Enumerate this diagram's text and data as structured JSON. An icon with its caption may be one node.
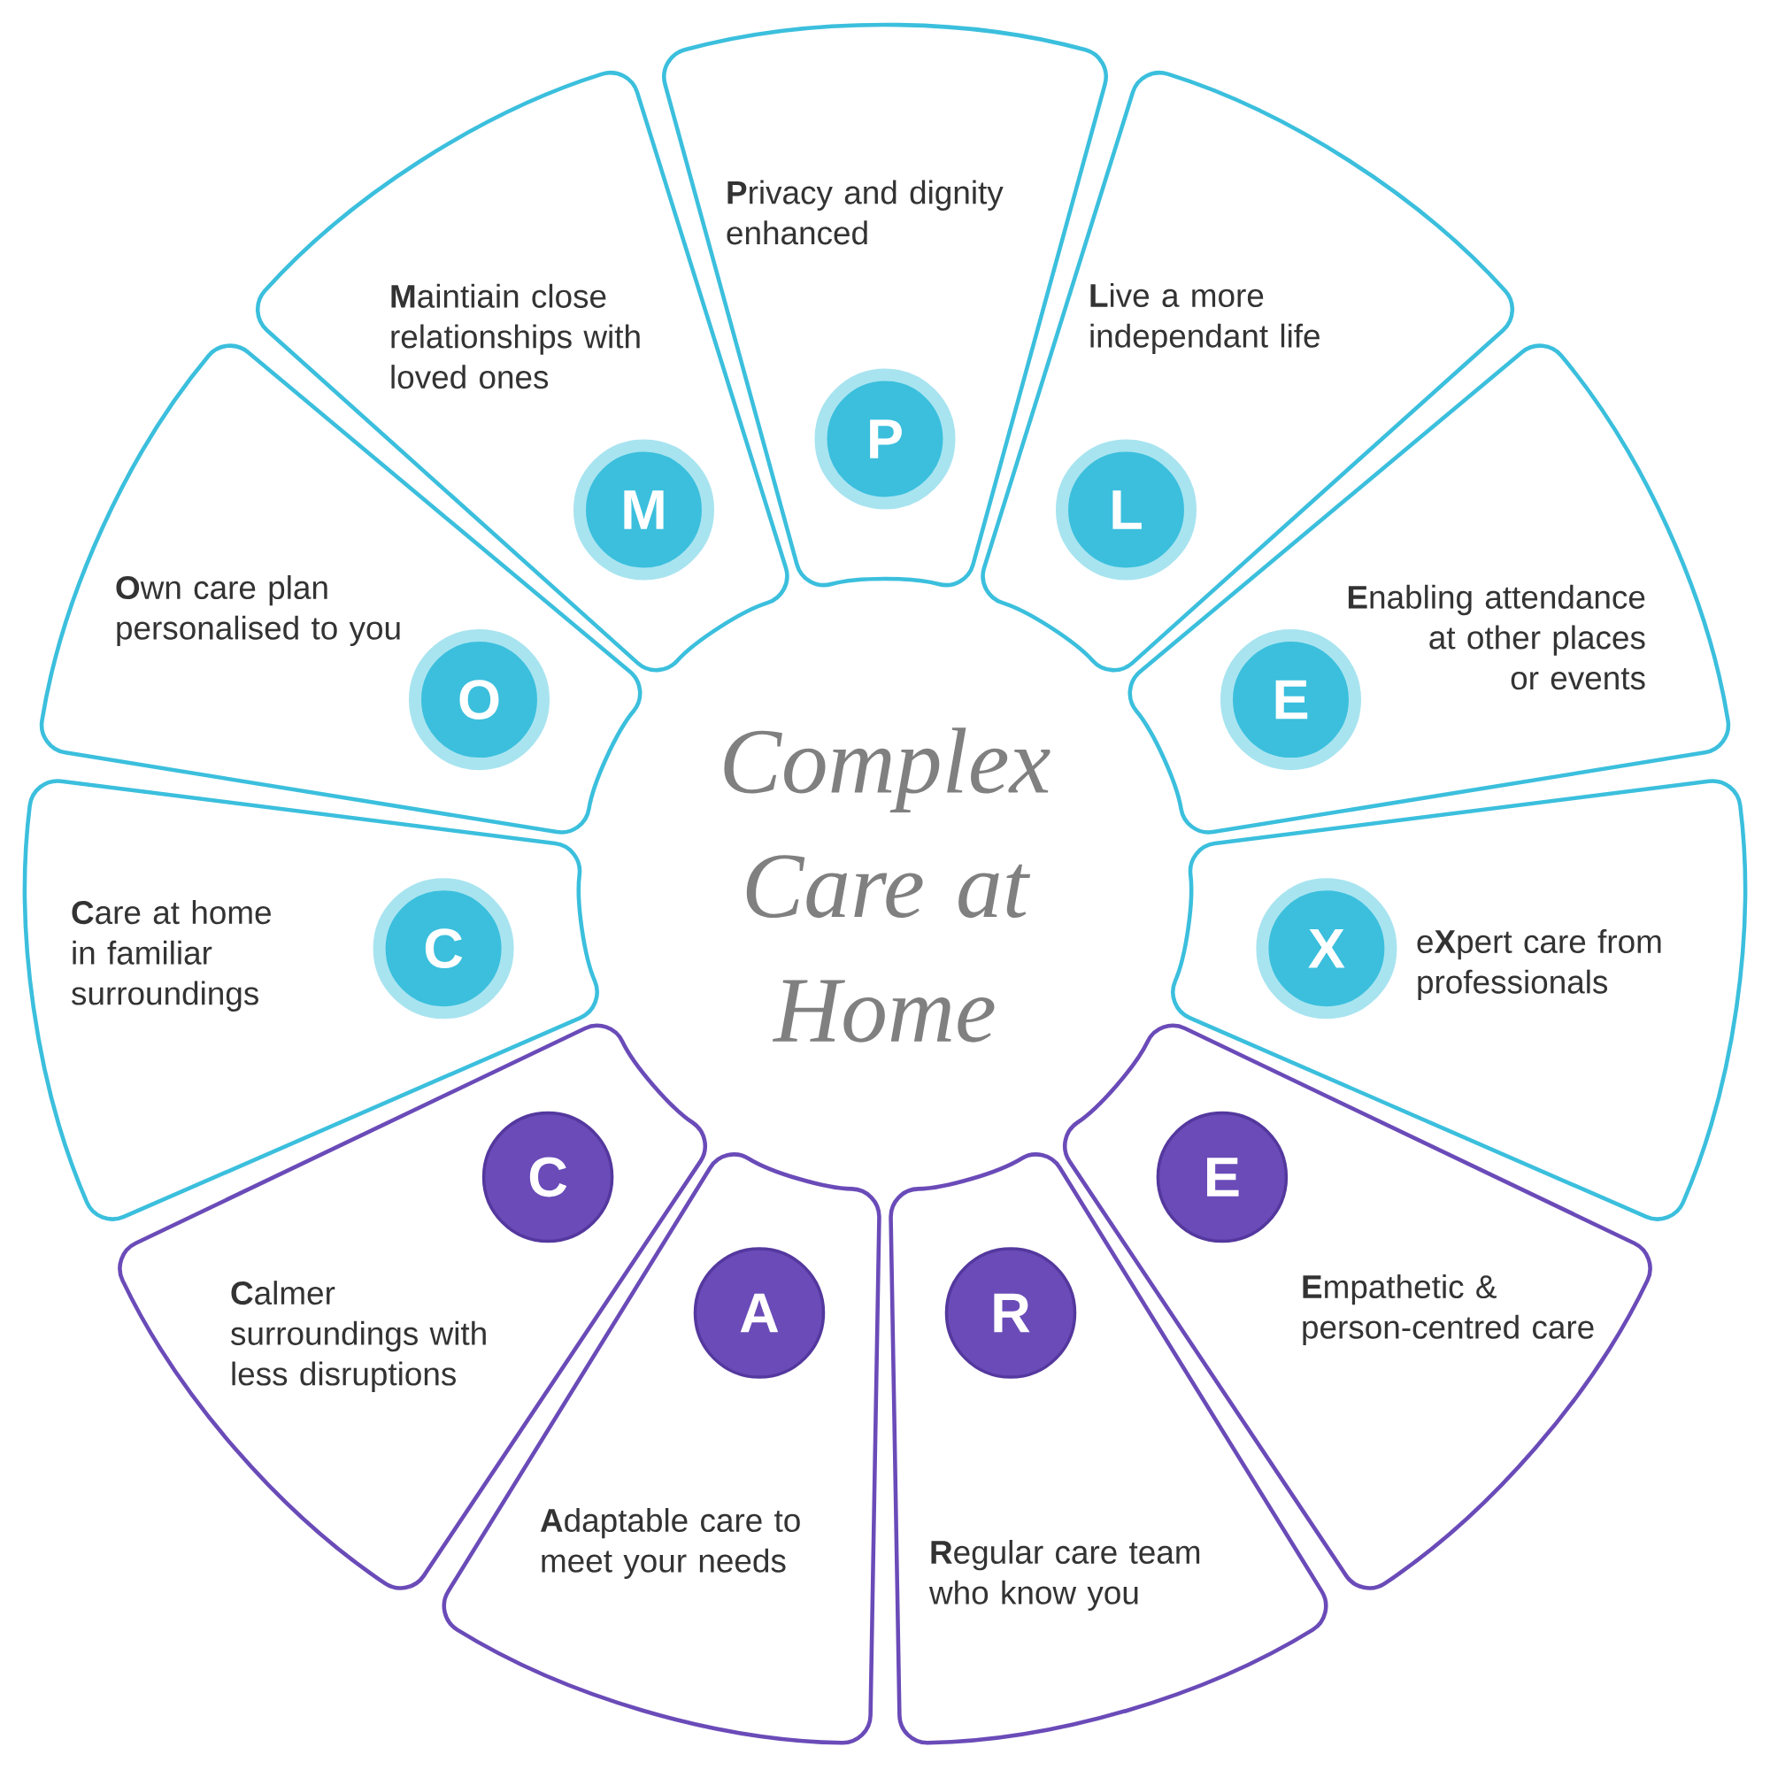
{
  "diagram": {
    "title": "Complex Care at Home",
    "nodes": [
      {
        "text": [
          "**P**rivacy and dignity enhanced"
        ]
      },
      {
        "text": [
          "P"
        ],
        "in": 0
      },
      {
        "text": [
          "**L**ive a more independant life"
        ]
      },
      {
        "text": [
          "L"
        ],
        "in": 2
      },
      {
        "text": [
          "**E**nabling attendance at other places or events"
        ]
      },
      {
        "text": [
          "E"
        ],
        "in": 4
      },
      {
        "text": [
          "e**X**pert care from professionals"
        ]
      },
      {
        "text": [
          "X"
        ],
        "in": 6
      },
      {
        "text": [
          "**E**mpathetic & person-centred care"
        ]
      },
      {
        "text": [
          "E"
        ],
        "in": 8
      },
      {
        "text": [
          "**R**egular care team who know you"
        ]
      },
      {
        "text": [
          "R"
        ],
        "in": 10
      },
      {
        "text": [
          "**A**daptable care to meet your needs"
        ]
      },
      {
        "text": [
          "A"
        ],
        "in": 12
      },
      {
        "text": [
          "**C**almer surroundings with less disruptions"
        ]
      },
      {
        "text": [
          "C"
        ],
        "in": 14
      },
      {
        "text": [
          "**C**are at home in familiar surroundings"
        ]
      },
      {
        "text": [
          "C"
        ],
        "in": 16
      },
      {
        "text": [
          "**O**wn care plan personalised to you"
        ]
      },
      {
        "text": [
          "O"
        ],
        "in": 18
      },
      {
        "text": [
          "**M**aintiain close relationships with loved ones"
        ]
      },
      {
        "text": [
          "M"
        ],
        "in": 20
      }
    ]
  }
}
